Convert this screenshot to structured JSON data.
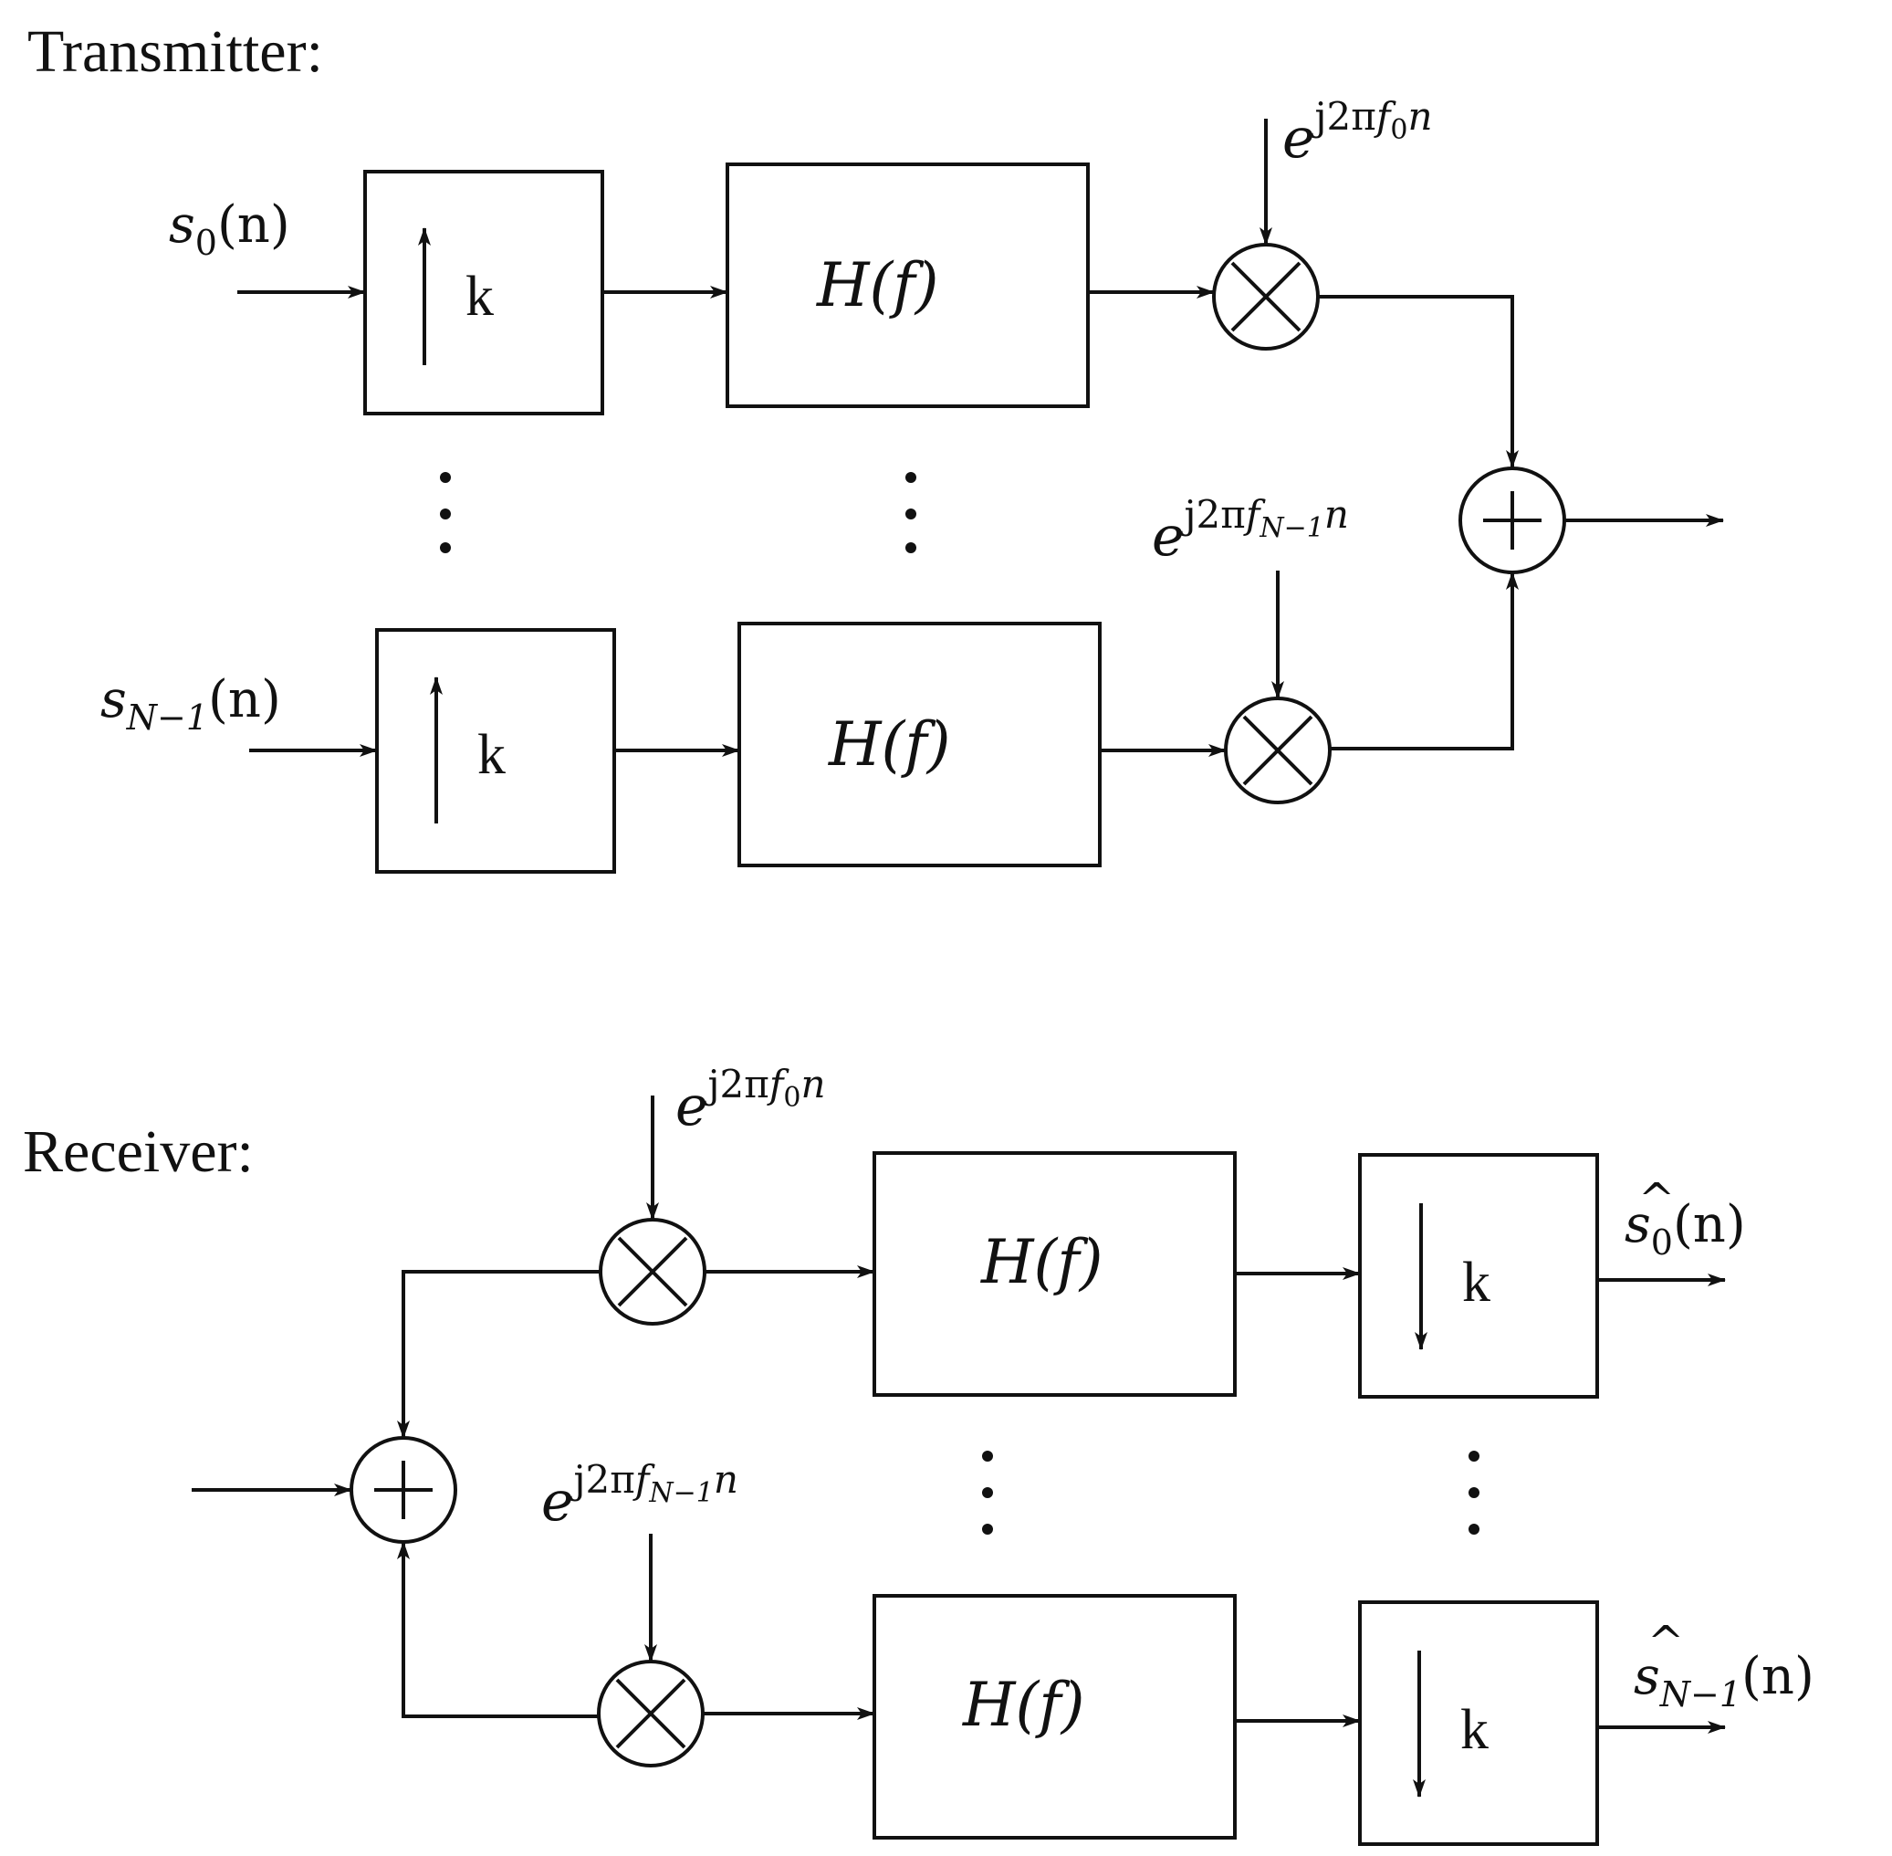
{
  "transmitter": {
    "title": "Transmitter:",
    "upsample_factor": "k",
    "filter_label": "H(f)",
    "input_top": {
      "base": "s",
      "sub": "0",
      "arg": "(n)"
    },
    "input_bottom": {
      "base": "s",
      "sub": "N−1",
      "arg": "(n)"
    },
    "carrier_top": {
      "base": "e",
      "sup": "j2π",
      "f": "f",
      "fsub": "0",
      "n": "n"
    },
    "carrier_bottom": {
      "base": "e",
      "sup": "j2π",
      "f": "f",
      "fsub": "N−1",
      "n": "n"
    }
  },
  "receiver": {
    "title": "Receiver:",
    "downsample_factor": "k",
    "filter_label": "H(f)",
    "carrier_top": {
      "base": "e",
      "sup": "j2π",
      "f": "f",
      "fsub": "0",
      "n": "n"
    },
    "carrier_bottom": {
      "base": "e",
      "sup": "j2π",
      "f": "f",
      "fsub": "N−1",
      "n": "n"
    },
    "output_top": {
      "hat": "^",
      "base": "s",
      "sub": "0",
      "arg": "(n)"
    },
    "output_bottom": {
      "hat": "^",
      "base": "s",
      "sub": "N−1",
      "arg": "(n)"
    }
  },
  "colors": {
    "ink": "#111111",
    "background": "#ffffff"
  },
  "icons": {
    "mixer": "multiply-circle-icon",
    "summer": "plus-circle-icon",
    "upsampler": "arrow-up-icon",
    "downsampler": "arrow-down-icon",
    "continuation": "vertical-ellipsis-icon"
  }
}
